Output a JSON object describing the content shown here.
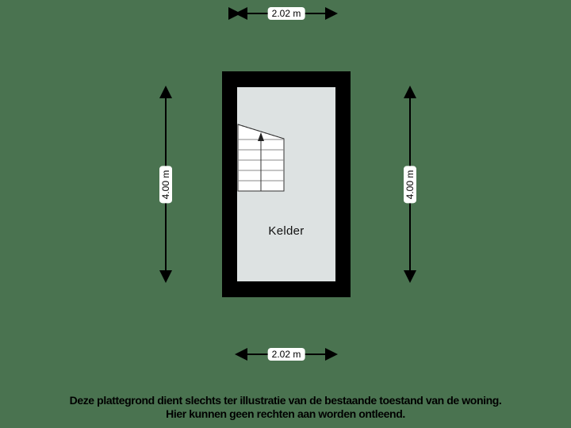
{
  "floorplan": {
    "room": {
      "label": "Kelder"
    },
    "dimensions": {
      "top_width": "2.02 m",
      "bottom_width": "2.02 m",
      "left_height": "4.00 m",
      "right_height": "4.00 m"
    },
    "colors": {
      "background": "#4a7350",
      "wall": "#000000",
      "floor": "#dde2e2",
      "stair": "#ffffff"
    }
  },
  "disclaimer": {
    "line1": "Deze plattegrond dient slechts ter illustratie van de bestaande toestand van de woning.",
    "line2": "Hier kunnen geen rechten aan worden ontleend."
  }
}
